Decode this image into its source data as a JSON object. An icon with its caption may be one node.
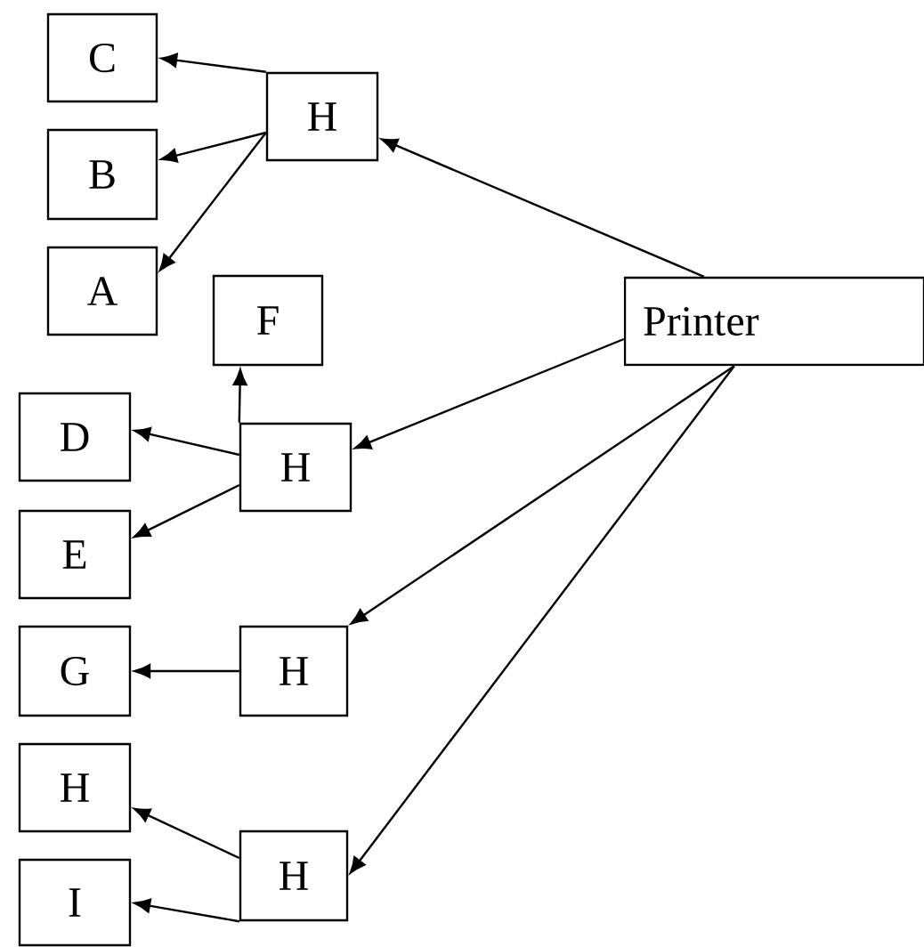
{
  "diagram": {
    "nodes": [
      {
        "text": [
          "C"
        ]
      },
      {
        "text": [
          "H"
        ]
      },
      {
        "text": [
          "B"
        ]
      },
      {
        "text": [
          "A"
        ]
      },
      {
        "text": [
          "F"
        ]
      },
      {
        "text": [
          "Printer"
        ]
      },
      {
        "text": [
          "D"
        ]
      },
      {
        "text": [
          "H"
        ]
      },
      {
        "text": [
          "E"
        ]
      },
      {
        "text": [
          "G"
        ]
      },
      {
        "text": [
          "H"
        ]
      },
      {
        "text": [
          "H"
        ]
      },
      {
        "text": [
          "H"
        ]
      },
      {
        "text": [
          "I"
        ]
      }
    ],
    "edges": [
      {
        "from": 5,
        "to": 1,
        "arrow": "to"
      },
      {
        "from": 1,
        "to": 0,
        "arrow": "to"
      },
      {
        "from": 1,
        "to": 2,
        "arrow": "to"
      },
      {
        "from": 1,
        "to": 3,
        "arrow": "to"
      },
      {
        "from": 5,
        "to": 7,
        "arrow": "to"
      },
      {
        "from": 7,
        "to": 4,
        "arrow": "to"
      },
      {
        "from": 7,
        "to": 6,
        "arrow": "to"
      },
      {
        "from": 7,
        "to": 8,
        "arrow": "to"
      },
      {
        "from": 5,
        "to": 10,
        "arrow": "to"
      },
      {
        "from": 10,
        "to": 9,
        "arrow": "to"
      },
      {
        "from": 5,
        "to": 12,
        "arrow": "to"
      },
      {
        "from": 12,
        "to": 11,
        "arrow": "to"
      },
      {
        "from": 12,
        "to": 13,
        "arrow": "to"
      }
    ]
  }
}
